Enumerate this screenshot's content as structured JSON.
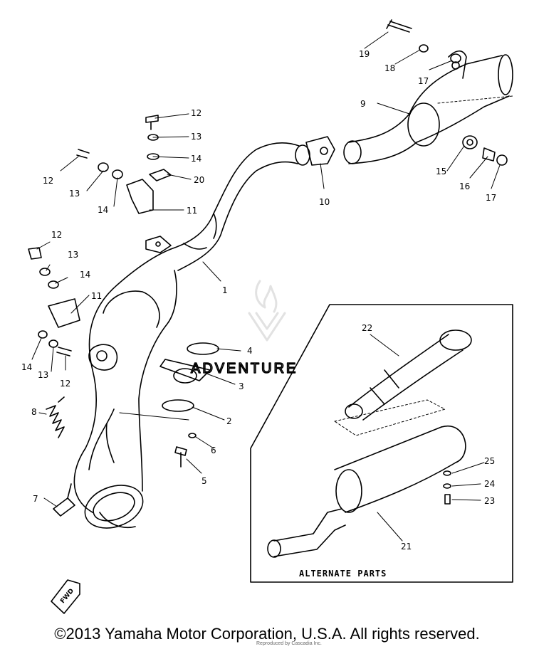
{
  "diagram": {
    "part_labels": [
      "1",
      "2",
      "3",
      "4",
      "5",
      "6",
      "7",
      "8",
      "9",
      "10",
      "11",
      "11",
      "12",
      "12",
      "12",
      "12",
      "13",
      "13",
      "13",
      "13",
      "14",
      "14",
      "14",
      "14",
      "15",
      "16",
      "17",
      "17",
      "18",
      "19",
      "20",
      "21",
      "22",
      "23",
      "24",
      "25"
    ],
    "alternate_parts_label": "ALTERNATE PARTS",
    "fwd_label": "FWD",
    "watermark": "ADVENTURE",
    "faint_credit": "Reproduced by Cascadia Inc."
  },
  "footer": {
    "copyright": "©2013 Yamaha Motor Corporation, U.S.A. All rights reserved."
  }
}
